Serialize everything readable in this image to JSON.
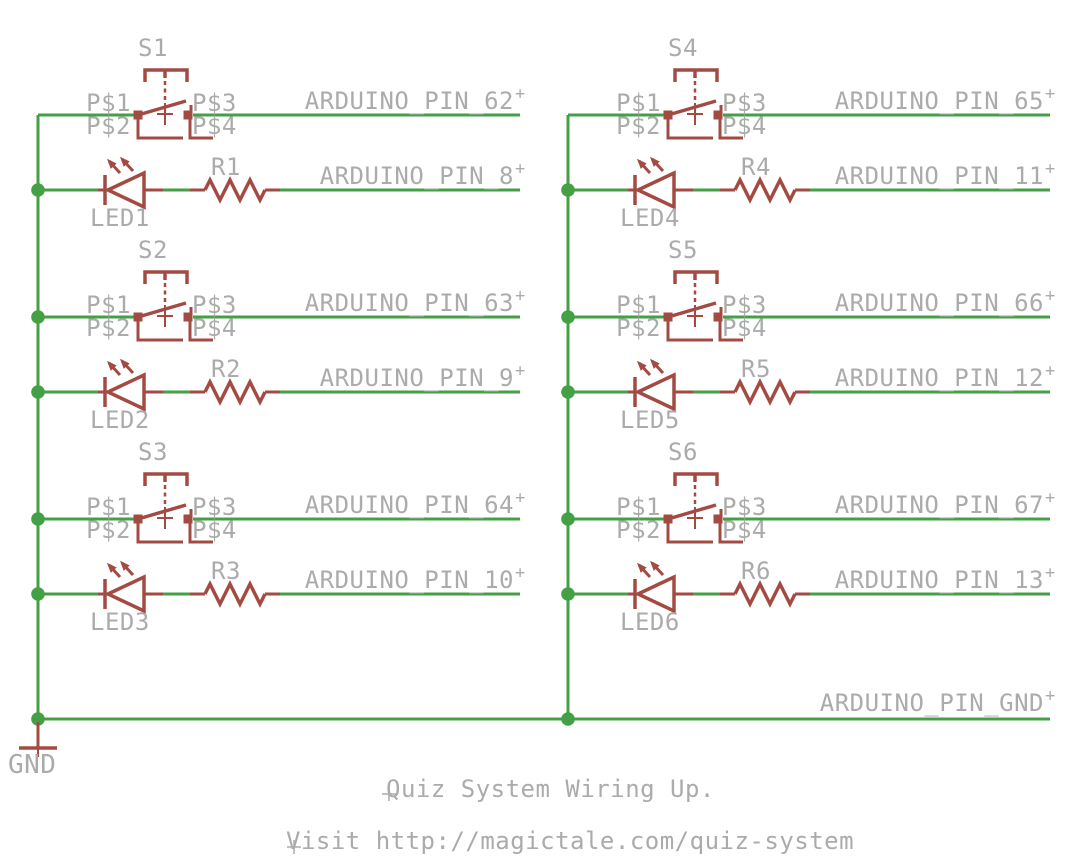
{
  "colors": {
    "wire": "#44a044",
    "component": "#a34b43",
    "label": "#ababab",
    "background": "#ffffff"
  },
  "marks": {
    "plus": "+"
  },
  "pins": {
    "p1": "P$1",
    "p2": "P$2",
    "p3": "P$3",
    "p4": "P$4"
  },
  "ground": {
    "net": "ARDUINO_PIN_GND",
    "label": "GND"
  },
  "footer": {
    "title": "Quiz System Wiring Up.",
    "subtitle": "Visit http://magictale.com/quiz-system"
  },
  "units": [
    {
      "switch": "S1",
      "led": "LED1",
      "resistor": "R1",
      "switch_net": "ARDUINO_PIN_62",
      "led_net": "ARDUINO_PIN_8"
    },
    {
      "switch": "S2",
      "led": "LED2",
      "resistor": "R2",
      "switch_net": "ARDUINO_PIN_63",
      "led_net": "ARDUINO_PIN_9"
    },
    {
      "switch": "S3",
      "led": "LED3",
      "resistor": "R3",
      "switch_net": "ARDUINO_PIN_64",
      "led_net": "ARDUINO_PIN_10"
    },
    {
      "switch": "S4",
      "led": "LED4",
      "resistor": "R4",
      "switch_net": "ARDUINO_PIN_65",
      "led_net": "ARDUINO_PIN_11"
    },
    {
      "switch": "S5",
      "led": "LED5",
      "resistor": "R5",
      "switch_net": "ARDUINO_PIN_66",
      "led_net": "ARDUINO_PIN_12"
    },
    {
      "switch": "S6",
      "led": "LED6",
      "resistor": "R6",
      "switch_net": "ARDUINO_PIN_67",
      "led_net": "ARDUINO_PIN_13"
    }
  ]
}
